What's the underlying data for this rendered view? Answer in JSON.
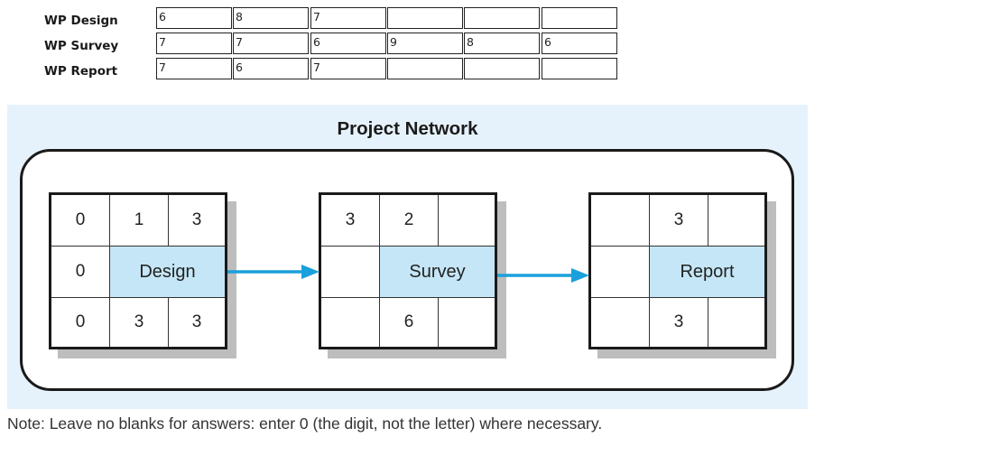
{
  "wp_table": {
    "rows": [
      {
        "label": "WP Design",
        "values": [
          "6",
          "8",
          "7",
          "",
          "",
          ""
        ]
      },
      {
        "label": "WP Survey",
        "values": [
          "7",
          "7",
          "6",
          "9",
          "8",
          "6"
        ]
      },
      {
        "label": "WP Report",
        "values": [
          "7",
          "6",
          "7",
          "",
          "",
          ""
        ]
      }
    ]
  },
  "diagram": {
    "title": "Project Network",
    "nodes": [
      {
        "name": "Design",
        "top": [
          "0",
          "1",
          "3"
        ],
        "middle_left": "0",
        "bottom": [
          "0",
          "3",
          "3"
        ]
      },
      {
        "name": "Survey",
        "top": [
          "3",
          "2",
          ""
        ],
        "middle_left": "",
        "bottom": [
          "",
          "6",
          ""
        ]
      },
      {
        "name": "Report",
        "top": [
          "",
          "3",
          ""
        ],
        "middle_left": "",
        "bottom": [
          "",
          "3",
          ""
        ]
      }
    ],
    "colors": {
      "background": "#e6f2fb",
      "name_cell": "#c5e6f6",
      "arrow": "#1aa0db",
      "shadow": "#bdbdbd"
    }
  },
  "note": "Note: Leave no blanks for answers: enter 0 (the digit, not the letter) where necessary."
}
